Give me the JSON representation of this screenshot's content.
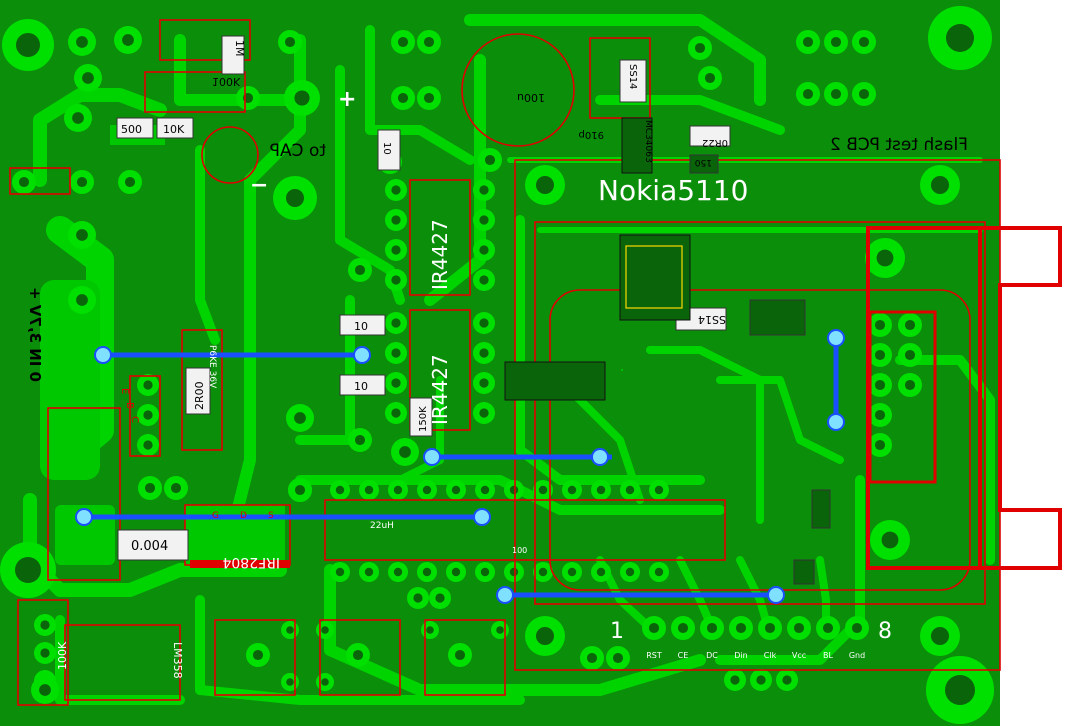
{
  "board": {
    "top_title": "Nokia5110",
    "mirrored_title": "Flash test PCB 2",
    "to_cap": "to CAP",
    "cap_plus": "+",
    "cap_minus": "−",
    "input_label": "0 IN 3,7V +",
    "pin_first": "1",
    "pin_last": "8"
  },
  "lcd_pins": [
    "RST",
    "CE",
    "DC",
    "Din",
    "Clk",
    "Vcc",
    "BL",
    "Gnd"
  ],
  "components": {
    "r_1m": "1M",
    "r_100k_top": "100K",
    "r_500": "500",
    "r_10k": "10K",
    "c_100u": "100u",
    "c_910p": "910p",
    "ss14_top": "SS14",
    "mc34063": "MC34063",
    "r_0r22": "0R22",
    "r_150": "150",
    "r_10_a": "10",
    "ic_ir4427_a": "IR4427",
    "ic_ir4427_b": "IR4427",
    "r_10_b": "10",
    "r_10_c": "10",
    "r_150k": "150K",
    "p6ke": "P6KE 36V",
    "r_2r00": "2R00",
    "ebc": [
      "E",
      "B",
      "C"
    ],
    "shunt": "0.004",
    "mosfet": "IRF2804",
    "gds": [
      "G",
      "D",
      "S"
    ],
    "inductor": "22uH",
    "ss14_mid": "SS14",
    "r_100k_bottom": "100K",
    "lm358": "LM358",
    "c_100_small": "100"
  },
  "colors": {
    "board": "#0b8f0b",
    "copper": "#00d400",
    "pad": "#00e000",
    "drill": "#0a640a",
    "outline": "#e00000",
    "jumper": "#1a4fff",
    "via": "#7fe0ff"
  }
}
